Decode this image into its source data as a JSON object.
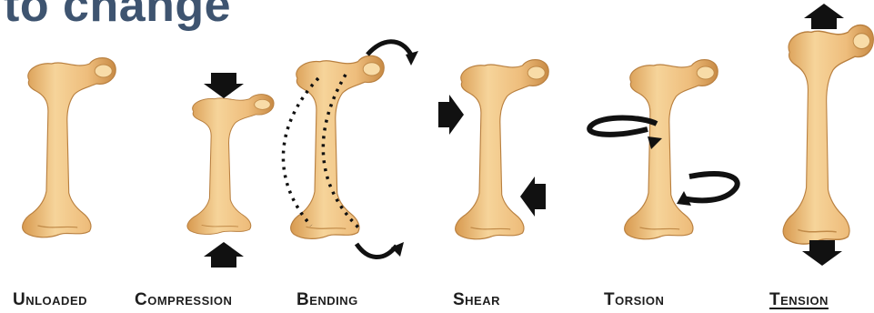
{
  "title": "to change",
  "labels": [
    "Unloaded",
    "Compression",
    "Bending",
    "Shear",
    "Torsion",
    "Tension"
  ],
  "colors": {
    "title": "#3e5470",
    "bone_fill": "#f2c98e",
    "bone_shade": "#d69a4e",
    "arrow": "#111111"
  },
  "active_label": "Tension"
}
